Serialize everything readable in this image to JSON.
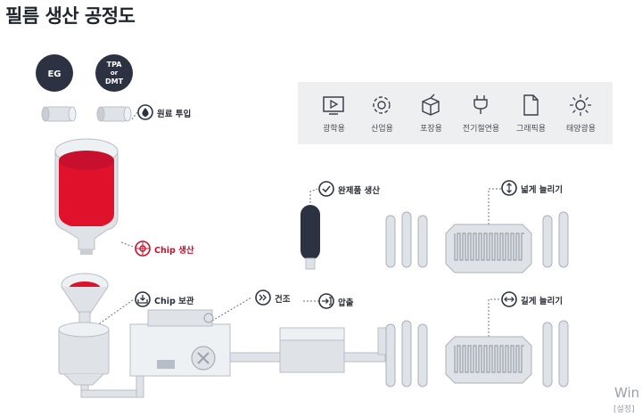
{
  "title": "필름 생산 공정도",
  "materials": {
    "eg": "EG",
    "tpa_line1": "TPA",
    "tpa_line2": "or",
    "tpa_line3": "DMT"
  },
  "steps": {
    "raw_input": "원료 투입",
    "chip_production": "Chip 생산",
    "chip_storage": "Chip 보관",
    "drying": "건조",
    "extrusion": "압출",
    "finished_product": "완제품 생산",
    "width_stretch": "넓게 늘리기",
    "length_stretch": "길게 늘리기"
  },
  "uses": [
    {
      "label": "광학용",
      "icon": "monitor-play-icon"
    },
    {
      "label": "산업용",
      "icon": "gear-icon"
    },
    {
      "label": "포장용",
      "icon": "box-icon"
    },
    {
      "label": "전기절연용",
      "icon": "plug-icon"
    },
    {
      "label": "그래픽용",
      "icon": "document-icon"
    },
    {
      "label": "태양광용",
      "icon": "sun-icon"
    }
  ],
  "colors": {
    "accent": "#c8102e",
    "navy": "#2d3243",
    "machine": "#dfe3e8",
    "panel": "#eeeff1"
  },
  "watermark": {
    "line1": "Win",
    "line2": "[설정]"
  }
}
